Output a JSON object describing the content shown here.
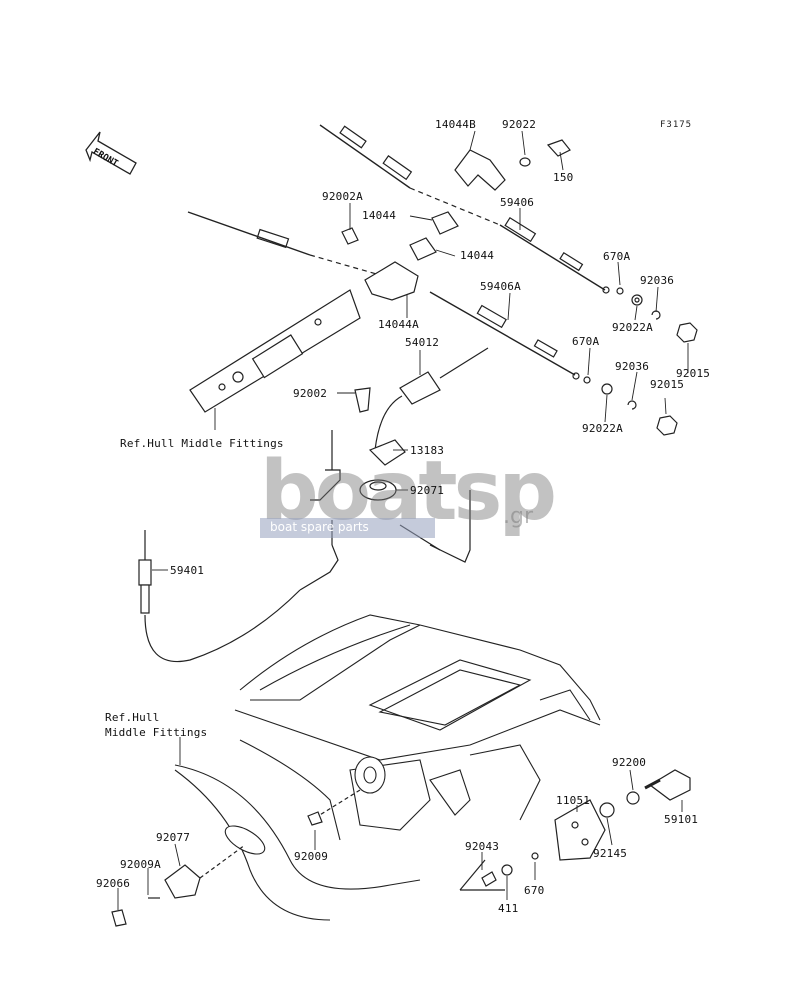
{
  "figure": {
    "code": "F3175",
    "front_label": "FRONT"
  },
  "references": {
    "ref_upper": "Ref.Hull Middle Fittings",
    "ref_lower": "Ref.Hull\nMiddle Fittings"
  },
  "parts": {
    "p14044B": "14044B",
    "p92022": "92022",
    "p150": "150",
    "p92002A": "92002A",
    "p14044_a": "14044",
    "p14044_b": "14044",
    "p59406": "59406",
    "p670A_a": "670A",
    "p92036_a": "92036",
    "p59406A": "59406A",
    "p14044A": "14044A",
    "p670A_b": "670A",
    "p92022A_a": "92022A",
    "p92015_a": "92015",
    "p54012": "54012",
    "p92036_b": "92036",
    "p92015_b": "92015",
    "p92002": "92002",
    "p92022A_b": "92022A",
    "p13183": "13183",
    "p92071": "92071",
    "p59401": "59401",
    "p92200": "92200",
    "p11051": "11051",
    "p59101": "59101",
    "p92077": "92077",
    "p92009": "92009",
    "p92145": "92145",
    "p92043": "92043",
    "p92009A": "92009A",
    "p92066": "92066",
    "p670": "670",
    "p411": "411"
  },
  "watermark": {
    "big": "boatsp",
    "gr": ".gr",
    "sub": "boat spare parts"
  }
}
